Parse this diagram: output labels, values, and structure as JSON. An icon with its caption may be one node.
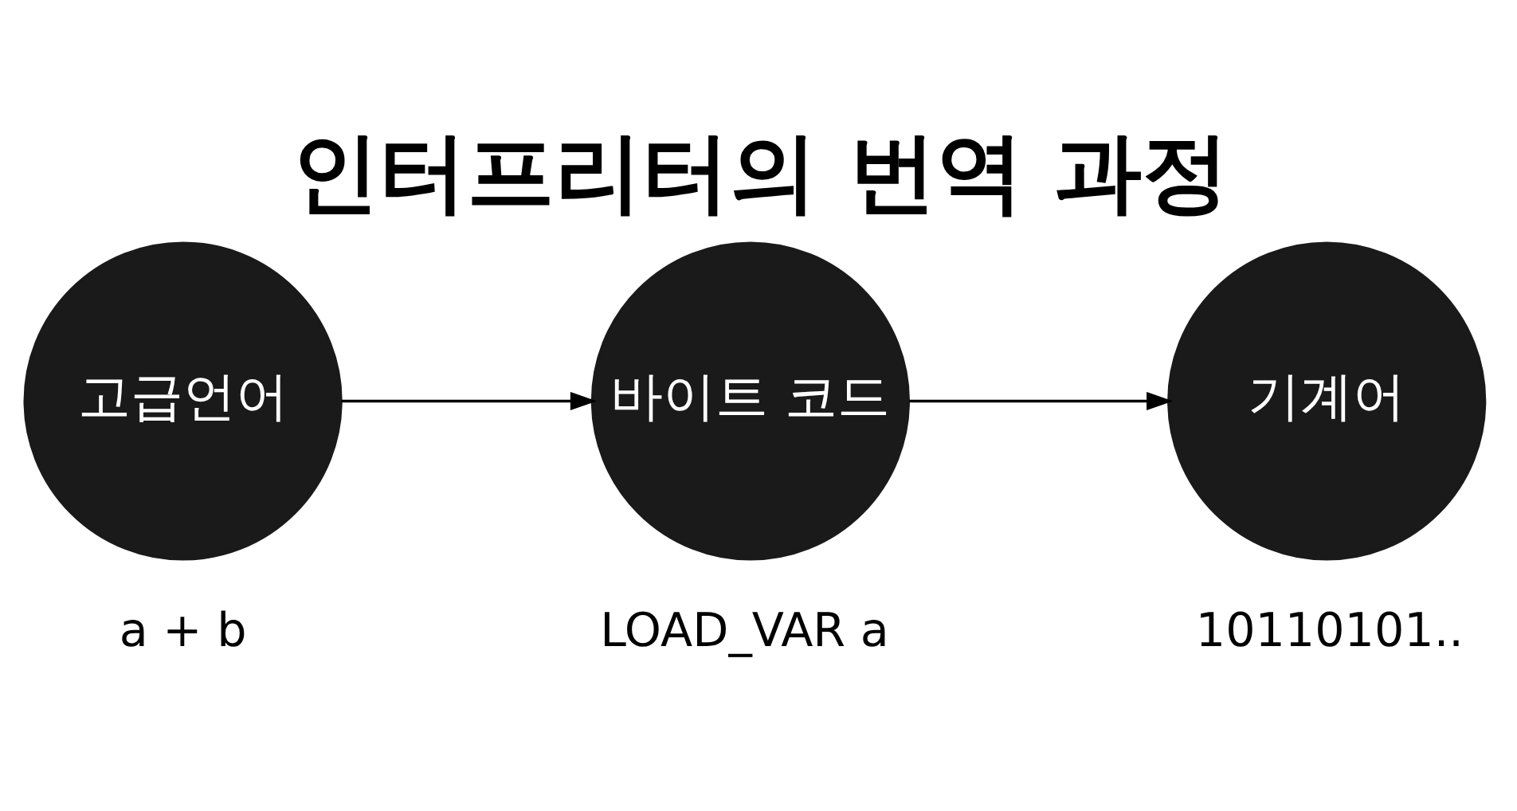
{
  "diagram": {
    "title": "인터프리터의 번역 과정",
    "nodes": [
      {
        "text": [
          "고급언어"
        ],
        "beside": [
          "a + b"
        ]
      },
      {
        "text": [
          "바이트 코드"
        ],
        "beside": [
          "LOAD_VAR a"
        ]
      },
      {
        "text": [
          "기계어"
        ],
        "beside": [
          "10110101.."
        ]
      }
    ],
    "edges": [
      {
        "from": 0,
        "to": 1,
        "arrow": "to"
      },
      {
        "from": 1,
        "to": 2,
        "arrow": "to"
      }
    ]
  }
}
